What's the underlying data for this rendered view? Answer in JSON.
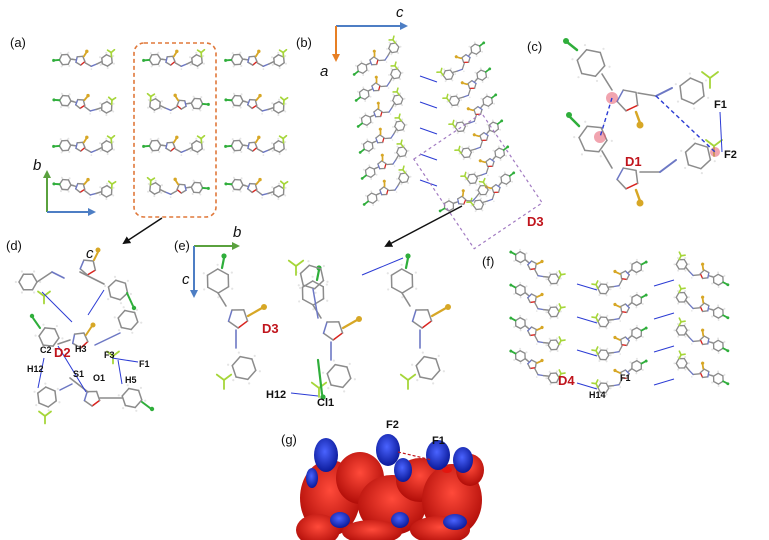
{
  "panels": {
    "a": "(a)",
    "b": "(b)",
    "c": "(c)",
    "d": "(d)",
    "e": "(e)",
    "f": "(f)",
    "g": "(g)"
  },
  "axes": {
    "a_b": "b",
    "b_c": "c",
    "b_a": "a",
    "d_c": "c",
    "e_b": "b",
    "e_c": "c"
  },
  "atoms": {
    "c_F1": "F1",
    "c_F2": "F2",
    "d_C2": "C2",
    "d_H3": "H3",
    "d_H12": "H12",
    "d_S1": "S1",
    "d_O1": "O1",
    "d_F3": "F3",
    "d_F1": "F1",
    "d_H5": "H5",
    "e_H12": "H12",
    "e_Cl1": "Cl1",
    "f_H14": "H14",
    "f_F1": "F1",
    "g_F2": "F2",
    "g_F1": "F1"
  },
  "motifs": {
    "c": "D1",
    "d": "D2",
    "e": "D3",
    "b": "D3",
    "f": "D4"
  },
  "colors": {
    "carbon": "#8c8c8c",
    "hydrogen": "#e4e4e4",
    "nitrogen": "#6d78c4",
    "oxygen": "#d9231e",
    "sulfur": "#d7a726",
    "fluorine": "#a6d63a",
    "chlorine": "#2fae3b",
    "contact": "#2b3bd4",
    "arrow": "#111111",
    "box_orange": "#e0783a",
    "box_purple": "#a27bc2",
    "axis_green": "#5aa13e",
    "axis_blue": "#4d7ec4",
    "axis_orange": "#e77f24",
    "motif_red": "#c0141c",
    "surface_red": "#e3160f",
    "surface_blue": "#1a2fd8"
  }
}
